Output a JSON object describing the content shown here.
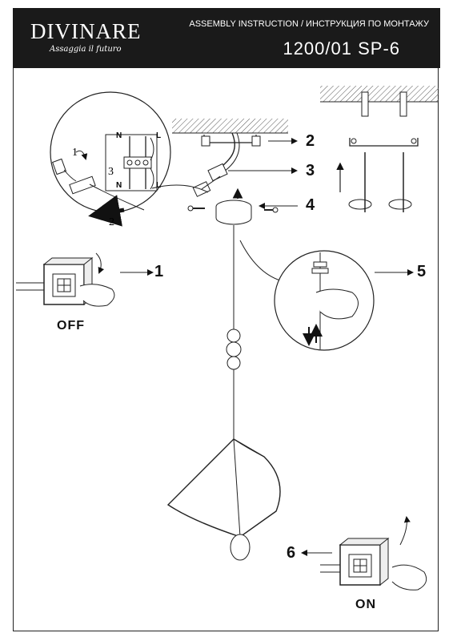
{
  "header": {
    "brand": "DIVINARE",
    "tagline": "Assaggia il futuro",
    "doc_title": "ASSEMBLY INSTRUCTION / ИНСТРУКЦИЯ ПО МОНТАЖУ",
    "model": "1200/01 SP-6"
  },
  "steps": {
    "s1": "1",
    "s2": "2",
    "s3": "3",
    "s4": "4",
    "s5": "5",
    "s6": "6"
  },
  "detail": {
    "step1": "1",
    "step2": "2",
    "step3": "3",
    "terminals": [
      "N",
      "L",
      "N",
      "L"
    ]
  },
  "switches": {
    "off": "OFF",
    "on": "ON"
  }
}
